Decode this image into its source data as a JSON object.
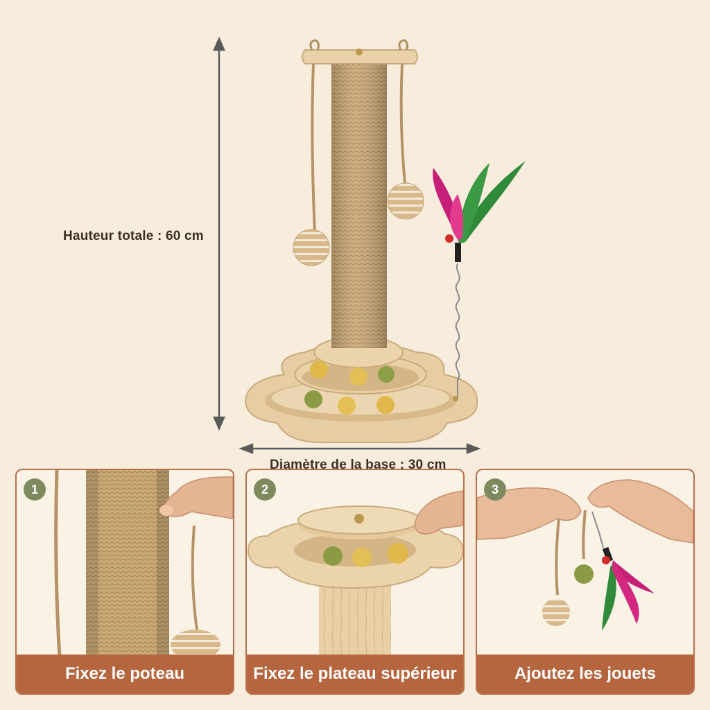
{
  "dimensions": {
    "height_label": "Hauteur totale : 60 cm",
    "base_label": "Diamètre de la base : 30 cm"
  },
  "steps": [
    {
      "number": "1",
      "caption": "Fixez le poteau"
    },
    {
      "number": "2",
      "caption": "Fixez le plateau supérieur"
    },
    {
      "number": "3",
      "caption": "Ajoutez les jouets"
    }
  ],
  "colors": {
    "background": "#f8ecdc",
    "panel_border": "#b5704c",
    "caption_bar": "#b5663f",
    "badge": "#7d8a5e",
    "wood": "#e8cfa6",
    "sisal": "#c9a978"
  }
}
